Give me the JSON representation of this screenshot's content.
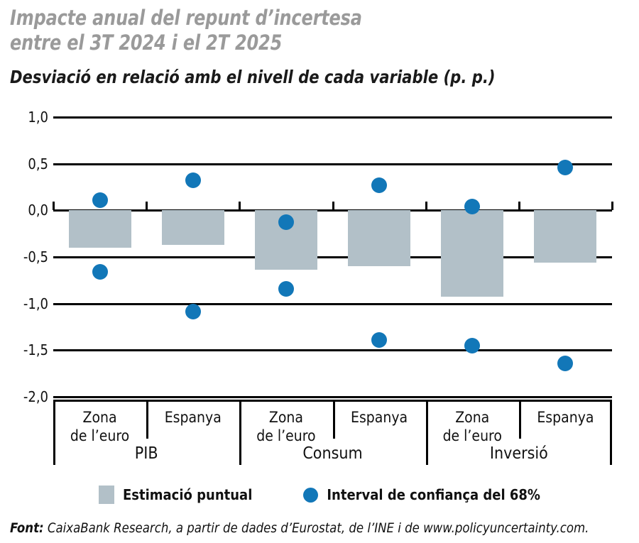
{
  "header": {
    "title": "Impacte anual del repunt d’incertesa\nentre el 3T 2024 i el 2T 2025",
    "subtitle": "Desviació en relació amb el nivell de cada variable (p. p.)"
  },
  "legend": {
    "bar_label": "Estimació puntual",
    "dot_label": "Interval de confiança del 68%"
  },
  "source": {
    "prefix": "Font:",
    "text": " CaixaBank Research, a partir de dades d’Eurostat, de l’INE i de www.policyuncertainty.com."
  },
  "colors": {
    "bar": "#b2c0c8",
    "dot": "#1277b8",
    "title": "#9a9a9a",
    "text": "#111111",
    "axis": "#000000"
  },
  "chart_data": {
    "type": "bar",
    "title": "Impacte anual del repunt d’incertesa entre el 3T 2024 i el 2T 2025",
    "subtitle": "Desviació en relació amb el nivell de cada variable (p. p.)",
    "xlabel": "",
    "ylabel": "",
    "ylim": [
      -2.0,
      1.0
    ],
    "yticks": [
      1.0,
      0.5,
      0.0,
      -0.5,
      -1.0,
      -1.5,
      -2.0
    ],
    "ytick_labels": [
      "1,0",
      "0,5",
      "0,0",
      "-0,5",
      "-1,0",
      "-1,5",
      "-2,0"
    ],
    "grid": true,
    "legend_position": "bottom",
    "groups": [
      {
        "label": "PIB",
        "categories": [
          "Zona\nde l’euro",
          "Espanya"
        ]
      },
      {
        "label": "Consum",
        "categories": [
          "Zona\nde l’euro",
          "Espanya"
        ]
      },
      {
        "label": "Inversió",
        "categories": [
          "Zona\nde l’euro",
          "Espanya"
        ]
      }
    ],
    "categories": [
      "PIB – Zona de l’euro",
      "PIB – Espanya",
      "Consum – Zona de l’euro",
      "Consum – Espanya",
      "Inversió – Zona de l’euro",
      "Inversió – Espanya"
    ],
    "series": [
      {
        "name": "Estimació puntual",
        "type": "bar",
        "values": [
          -0.4,
          -0.37,
          -0.64,
          -0.6,
          -0.93,
          -0.56
        ]
      },
      {
        "name": "Interval de confiança del 68% (límit superior)",
        "type": "scatter",
        "values": [
          0.11,
          0.32,
          -0.13,
          0.27,
          0.04,
          0.46
        ]
      },
      {
        "name": "Interval de confiança del 68% (límit inferior)",
        "type": "scatter",
        "values": [
          -0.66,
          -1.09,
          -0.84,
          -1.39,
          -1.45,
          -1.64
        ]
      }
    ]
  }
}
